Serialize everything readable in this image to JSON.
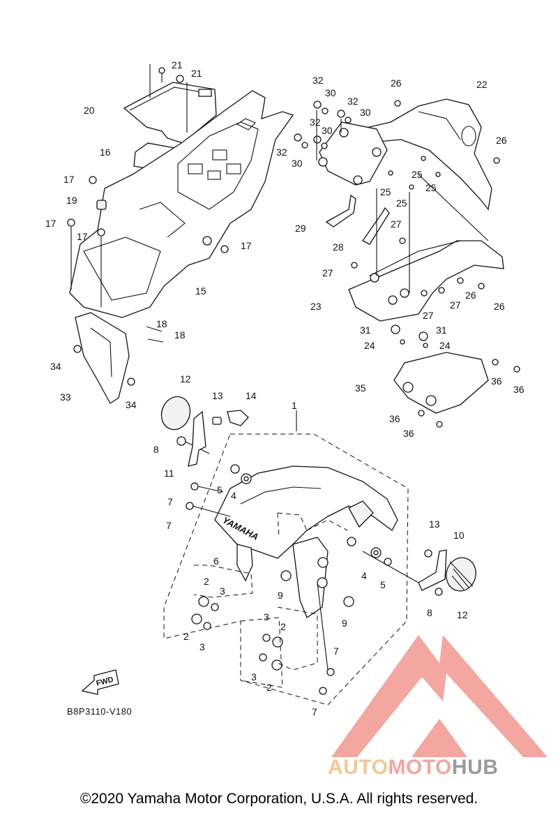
{
  "diagram": {
    "code": "B8P3110-V180",
    "fwd_label": "FWD",
    "brand_on_fender": "YAMAHA",
    "callouts": [
      "1",
      "2",
      "3",
      "4",
      "5",
      "6",
      "7",
      "8",
      "9",
      "10",
      "11",
      "12",
      "13",
      "14",
      "15",
      "16",
      "17",
      "18",
      "19",
      "20",
      "21",
      "22",
      "23",
      "24",
      "25",
      "26",
      "27",
      "28",
      "29",
      "30",
      "31",
      "32",
      "33",
      "34",
      "35",
      "36"
    ]
  },
  "footer": {
    "copyright": "©2020 Yamaha Motor Corporation, U.S.A. All rights reserved."
  },
  "watermark": {
    "part1": "AUTO",
    "part2": "MOTO",
    "part3": "HUB",
    "colors": {
      "auto": "#f4c98e",
      "moto": "#f4a6a0",
      "hub": "#9a9a9a",
      "logo": "#f4a6a0"
    }
  }
}
